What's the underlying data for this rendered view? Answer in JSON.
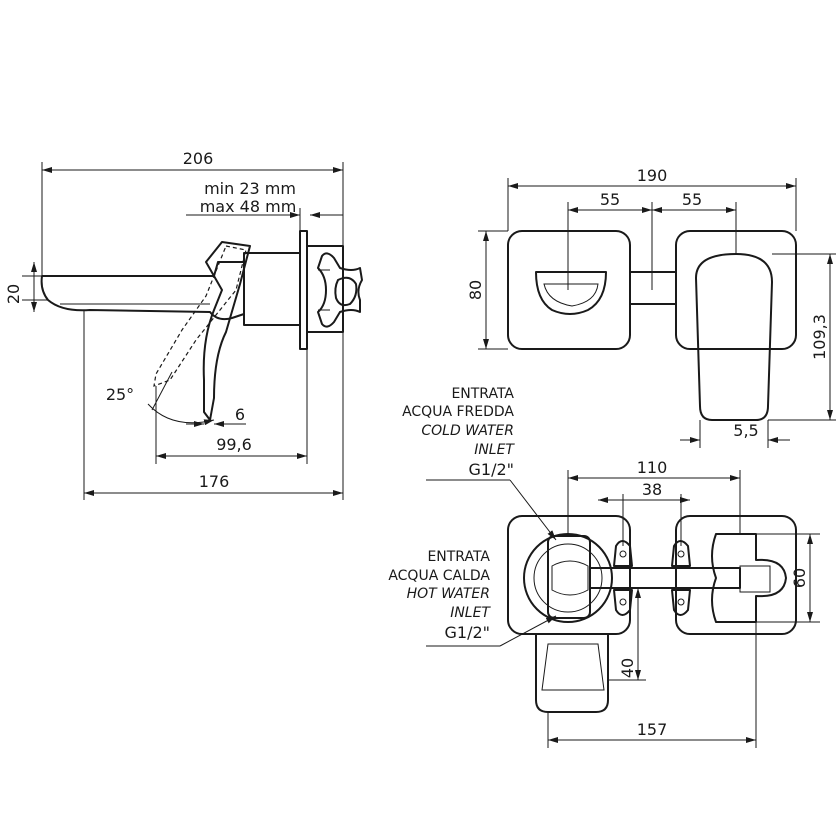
{
  "side_view": {
    "dims": {
      "overall_length": "206",
      "wall_min": "min 23 mm",
      "wall_max": "max 48 mm",
      "spout_height": "20",
      "angle": "25°",
      "gap": "6",
      "lever_reach": "99,6",
      "spout_reach": "176"
    }
  },
  "front_view": {
    "dims": {
      "total_width": "190",
      "left_offset": "55",
      "right_offset": "55",
      "plate_height": "80",
      "lever_height": "109,3",
      "lever_offset": "5,5"
    }
  },
  "rough_in_view": {
    "dims": {
      "inlet_spacing": "110",
      "mount_spacing": "38",
      "body_height": "60",
      "drop": "40",
      "total_width": "157"
    },
    "cold_inlet": {
      "line1": "ENTRATA",
      "line2": "ACQUA FREDDA",
      "line3": "COLD WATER",
      "line4": "INLET",
      "line5": "G1/2\""
    },
    "hot_inlet": {
      "line1": "ENTRATA",
      "line2": "ACQUA CALDA",
      "line3": "HOT WATER",
      "line4": "INLET",
      "line5": "G1/2\""
    }
  }
}
